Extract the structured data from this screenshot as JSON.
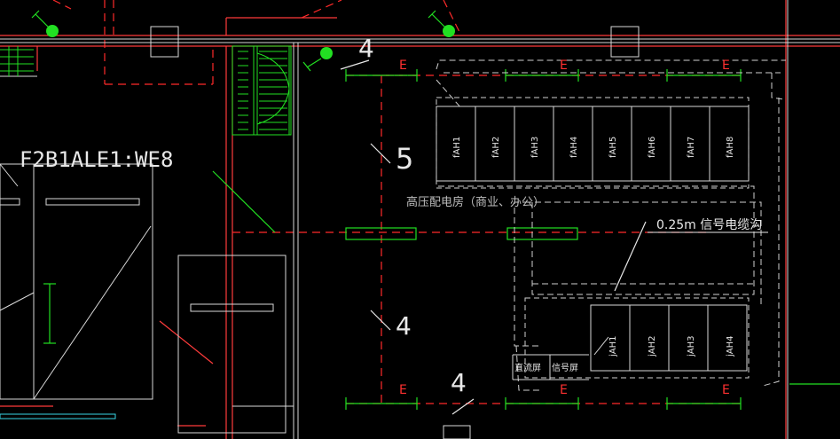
{
  "drawing": {
    "circuit_label": "F2B1ALE1:WE8",
    "room_name": "高压配电房（商业、办公）",
    "trench_label": "0.25m 信号电缆沟",
    "wire_tag": "E",
    "wire_counts": {
      "top": "4",
      "upper": "5",
      "middle": "4",
      "bottom": "4"
    },
    "cabinets_top": [
      "fAH1",
      "fAH2",
      "fAH3",
      "fAH4",
      "fAH5",
      "fAH6",
      "fAH7",
      "fAH8"
    ],
    "cabinets_bottom": [
      "jAH1",
      "jAH2",
      "jAH3",
      "jAH4"
    ],
    "dc_panel": "直流屏",
    "signal_panel": "信号屏"
  },
  "colors": {
    "background": "#000000",
    "wall": "#ff3b3b",
    "dashed_wire": "#ff2a2a",
    "fixture": "#22e022",
    "outline": "#d8d8d8",
    "dashed_outline": "#cfcfcf",
    "tag_text": "#ff3030",
    "cyan": "#39d6e6"
  }
}
